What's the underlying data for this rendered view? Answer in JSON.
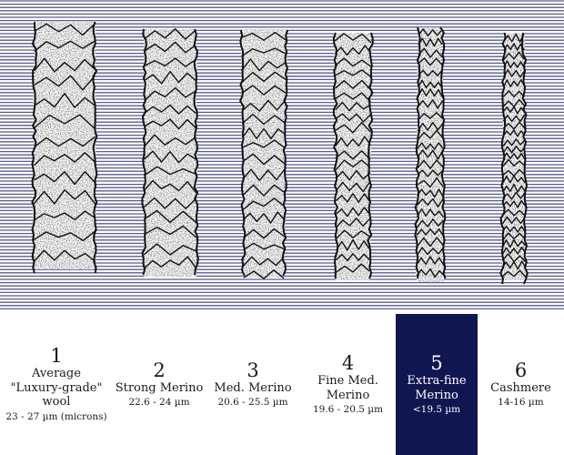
{
  "colors": {
    "stripe": "#3a3f7e",
    "background": "#ffffff",
    "highlight": "#0f1650",
    "ink": "#111111"
  },
  "fibers": [
    {
      "number": "1",
      "label_lines": [
        "Average",
        "\"Luxury-grade\"",
        "wool"
      ],
      "range": "23 - 27 µm (microns)",
      "highlight": false
    },
    {
      "number": "2",
      "label_lines": [
        "Strong Merino"
      ],
      "range": "22.6 - 24 µm",
      "highlight": false
    },
    {
      "number": "3",
      "label_lines": [
        "Med. Merino"
      ],
      "range": "20.6 - 25.5 µm",
      "highlight": false
    },
    {
      "number": "4",
      "label_lines": [
        "Fine Med.",
        "Merino"
      ],
      "range": "19.6 - 20.5 µm",
      "highlight": false
    },
    {
      "number": "5",
      "label_lines": [
        "Extra-fine",
        "Merino"
      ],
      "range": "<19.5 µm",
      "highlight": true
    },
    {
      "number": "6",
      "label_lines": [
        "Cashmere"
      ],
      "range": "14-16 µm",
      "highlight": false
    }
  ]
}
